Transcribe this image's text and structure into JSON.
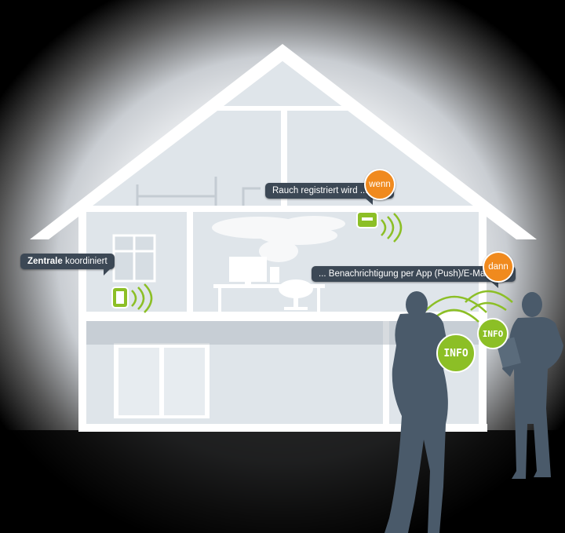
{
  "callouts": {
    "rauch": "Rauch registriert wird ...",
    "zentrale_bold": "Zentrale",
    "zentrale_rest": " koordiniert",
    "benachrichtigung": "... Benachrichtigung per App (Push)/E-Mail"
  },
  "badges": {
    "wenn": "wenn",
    "dann": "dann"
  },
  "info_label": "INFO",
  "colors": {
    "accent_orange": "#f08a1e",
    "accent_green": "#8cbf26",
    "callout_bg": "#3c4855",
    "silhouette": "#4a5a6a"
  }
}
